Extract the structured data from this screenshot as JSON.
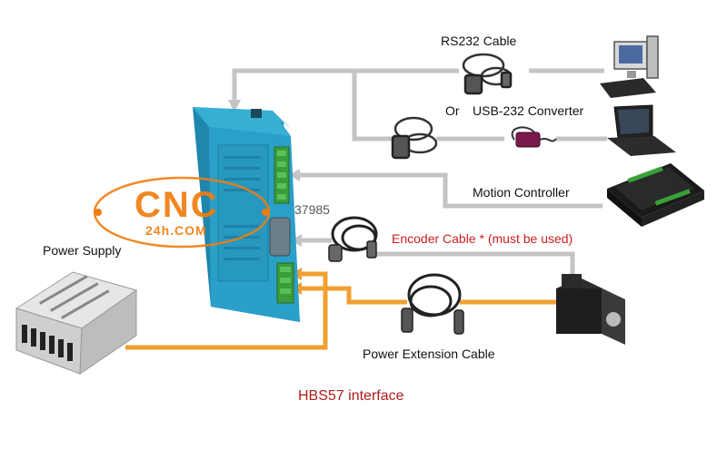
{
  "labels": {
    "rs232": "RS232 Cable",
    "or": "Or",
    "usb232": "USB-232 Converter",
    "motion": "Motion Controller",
    "encoder": "Encoder Cable * (must be used)",
    "power_supply": "Power Supply",
    "power_ext": "Power Extension Cable",
    "caption": "HBS57 interface"
  },
  "watermark": {
    "logo_big": "CNC",
    "logo_small": "24h.COM",
    "partial_number": "37985"
  },
  "colors": {
    "gray_wire": "#c4c4c4",
    "orange_wire": "#f0a030",
    "driver_blue": "#2aa0c8",
    "encoder_text": "#cc2020",
    "caption_text": "#b01c1c",
    "logo_orange": "#f07c10"
  }
}
